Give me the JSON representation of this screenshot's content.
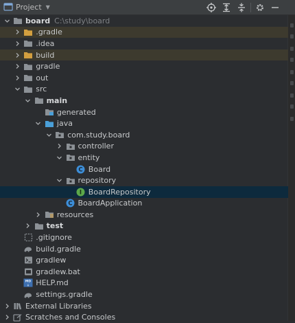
{
  "header": {
    "title": "Project",
    "tools": [
      "locate-icon",
      "expand-all-icon",
      "collapse-all-icon",
      "gear-icon",
      "minimize-icon"
    ]
  },
  "colors": {
    "folder": "#8c9196",
    "excluded_folder": "#d39f3f",
    "source_folder": "#4a9fd8",
    "class_icon": "#3d8ed8",
    "spring_icon": "#5ca84a",
    "selected_row": "#0d2a3d",
    "excluded_row": "#3d3a2e"
  },
  "tree": [
    {
      "label": "board",
      "path": "C:\\study\\board",
      "depth": 0,
      "arrow": "down",
      "icon": "folder-icon",
      "bold": true
    },
    {
      "label": ".gradle",
      "depth": 1,
      "arrow": "right",
      "icon": "excluded-folder-icon",
      "excluded": true
    },
    {
      "label": ".idea",
      "depth": 1,
      "arrow": "right",
      "icon": "folder-icon"
    },
    {
      "label": "build",
      "depth": 1,
      "arrow": "right",
      "icon": "excluded-folder-icon",
      "excluded": true
    },
    {
      "label": "gradle",
      "depth": 1,
      "arrow": "right",
      "icon": "folder-icon"
    },
    {
      "label": "out",
      "depth": 1,
      "arrow": "right",
      "icon": "folder-icon"
    },
    {
      "label": "src",
      "depth": 1,
      "arrow": "down",
      "icon": "folder-icon"
    },
    {
      "label": "main",
      "depth": 2,
      "arrow": "down",
      "icon": "folder-icon",
      "bold": true
    },
    {
      "label": "generated",
      "depth": 3,
      "arrow": "none",
      "icon": "generated-folder-icon"
    },
    {
      "label": "java",
      "depth": 3,
      "arrow": "down",
      "icon": "source-folder-icon"
    },
    {
      "label": "com.study.board",
      "depth": 4,
      "arrow": "down",
      "icon": "package-icon"
    },
    {
      "label": "controller",
      "depth": 5,
      "arrow": "right",
      "icon": "package-icon"
    },
    {
      "label": "entity",
      "depth": 5,
      "arrow": "down",
      "icon": "package-icon"
    },
    {
      "label": "Board",
      "depth": 6,
      "arrow": "none",
      "icon": "class-icon"
    },
    {
      "label": "repository",
      "depth": 5,
      "arrow": "down",
      "icon": "package-icon"
    },
    {
      "label": "BoardRepository",
      "depth": 6,
      "arrow": "none",
      "icon": "interface-spring-icon",
      "selected": true
    },
    {
      "label": "BoardApplication",
      "depth": 5,
      "arrow": "none",
      "icon": "class-icon"
    },
    {
      "label": "resources",
      "depth": 3,
      "arrow": "right",
      "icon": "resources-folder-icon"
    },
    {
      "label": "test",
      "depth": 2,
      "arrow": "right",
      "icon": "folder-icon",
      "bold": true
    },
    {
      "label": ".gitignore",
      "depth": 1,
      "arrow": "none",
      "icon": "gitignore-icon"
    },
    {
      "label": "build.gradle",
      "depth": 1,
      "arrow": "none",
      "icon": "gradle-icon"
    },
    {
      "label": "gradlew",
      "depth": 1,
      "arrow": "none",
      "icon": "terminal-icon"
    },
    {
      "label": "gradlew.bat",
      "depth": 1,
      "arrow": "none",
      "icon": "script-icon"
    },
    {
      "label": "HELP.md",
      "depth": 1,
      "arrow": "none",
      "icon": "markdown-icon"
    },
    {
      "label": "settings.gradle",
      "depth": 1,
      "arrow": "none",
      "icon": "gradle-icon"
    },
    {
      "label": "External Libraries",
      "depth": 0,
      "arrow": "right",
      "icon": "libraries-icon"
    },
    {
      "label": "Scratches and Consoles",
      "depth": 0,
      "arrow": "right",
      "icon": "scratches-icon"
    }
  ]
}
